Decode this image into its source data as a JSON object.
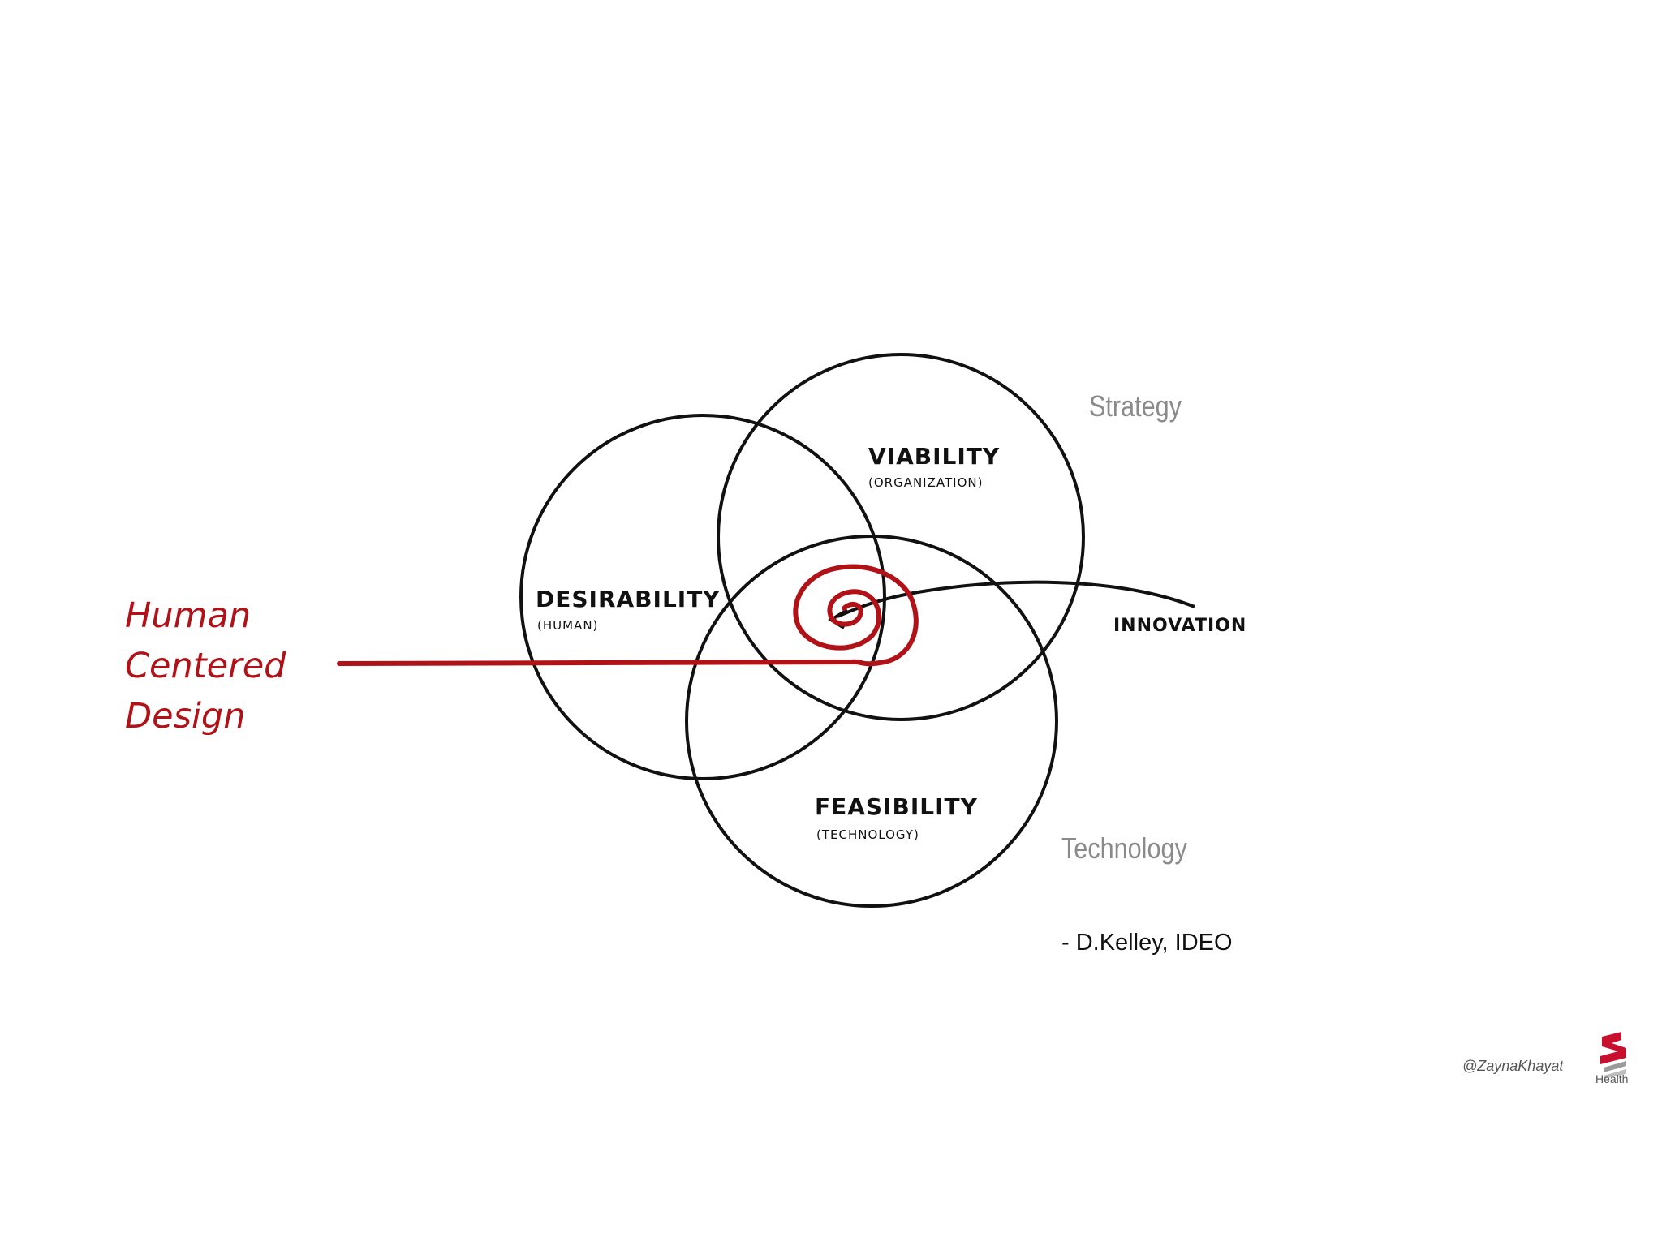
{
  "hcd": {
    "line1": "Human",
    "line2": "Centered",
    "line3": "Design"
  },
  "circles": {
    "desirability": {
      "title": "DESIRABILITY",
      "subtitle": "(HUMAN)"
    },
    "viability": {
      "title": "VIABILITY",
      "subtitle": "(ORGANIZATION)"
    },
    "feasibility": {
      "title": "FEASIBILITY",
      "subtitle": "(TECHNOLOGY)"
    }
  },
  "innovation_label": "INNOVATION",
  "side_labels": {
    "strategy": "Strategy",
    "technology": "Technology"
  },
  "attribution": "- D.Kelley, IDEO",
  "footer": {
    "handle": "@ZaynaKhayat",
    "logo_word": "Health"
  },
  "colors": {
    "accent_red": "#b01218",
    "ink": "#111111",
    "gray_label": "#8a8a8a"
  }
}
